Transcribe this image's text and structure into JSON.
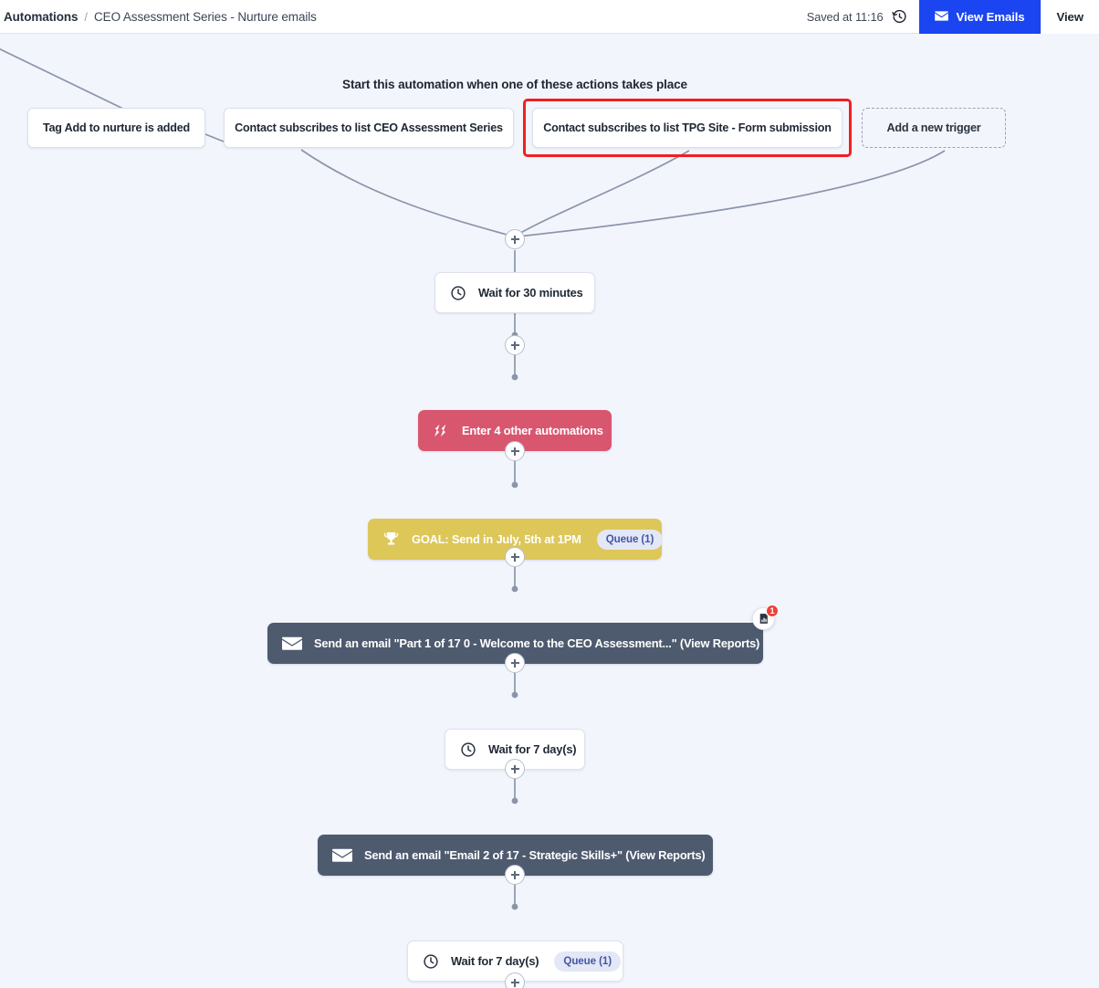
{
  "header": {
    "breadcrumb_root": "Automations",
    "breadcrumb_sep": "/",
    "breadcrumb_leaf": "CEO Assessment Series - Nurture emails",
    "saved_label": "Saved at 11:16",
    "history_icon": "history-clock-icon",
    "view_emails_label": "View Emails",
    "view_emails_icon": "envelope-icon",
    "view_emails_color": "#1a45f0",
    "secondary_button_label": "View"
  },
  "canvas": {
    "background_color": "#f2f5fc",
    "trigger_heading": "Start this automation when one of these actions takes place",
    "selection_ring_color": "#f41e1e",
    "triggers": [
      {
        "label": "Tag Add to nurture is added",
        "style": "solid",
        "selected": false
      },
      {
        "label": "Contact subscribes to list CEO Assessment Series",
        "style": "solid",
        "selected": false
      },
      {
        "label": "Contact subscribes to list TPG Site - Form submission",
        "style": "solid",
        "selected": true
      },
      {
        "label": "Add a new trigger",
        "style": "dashed",
        "selected": false
      }
    ],
    "add_step_label": "+",
    "nodes": [
      {
        "id": "wait-30-min",
        "label": "Wait for 30 minutes",
        "icon": "clock-icon",
        "style": "white",
        "badge": null
      },
      {
        "id": "enter-autos",
        "label": "Enter 4 other automations",
        "icon": "branch-icon",
        "style": "pink",
        "badge": null
      },
      {
        "id": "goal-july",
        "label": "GOAL: Send in July, 5th at 1PM",
        "icon": "trophy-icon",
        "style": "yellow",
        "badge": "Queue (1)"
      },
      {
        "id": "email-part-1",
        "label": "Send an email \"Part 1 of 17 0 - Welcome to the CEO Assessment...\" (View Reports)",
        "icon": "envelope-icon",
        "style": "slate",
        "badge": null,
        "report_count": "1"
      },
      {
        "id": "wait-7-day-a",
        "label": "Wait for 7 day(s)",
        "icon": "clock-icon",
        "style": "white",
        "badge": null
      },
      {
        "id": "email-2-of-17",
        "label": "Send an email \"Email 2 of 17 - Strategic Skills+\" (View Reports)",
        "icon": "envelope-icon",
        "style": "slate",
        "badge": null
      },
      {
        "id": "wait-7-day-b",
        "label": "Wait for 7 day(s)",
        "icon": "clock-icon",
        "style": "white",
        "badge": "Queue (1)"
      }
    ],
    "node_colors": {
      "white": "#ffffff",
      "pink": "#d9566f",
      "yellow": "#ddc759",
      "slate": "#4e5a6e",
      "pill_bg": "#e3e7f6",
      "pill_text": "#4356a8",
      "report_badge": "#ef4136"
    }
  }
}
